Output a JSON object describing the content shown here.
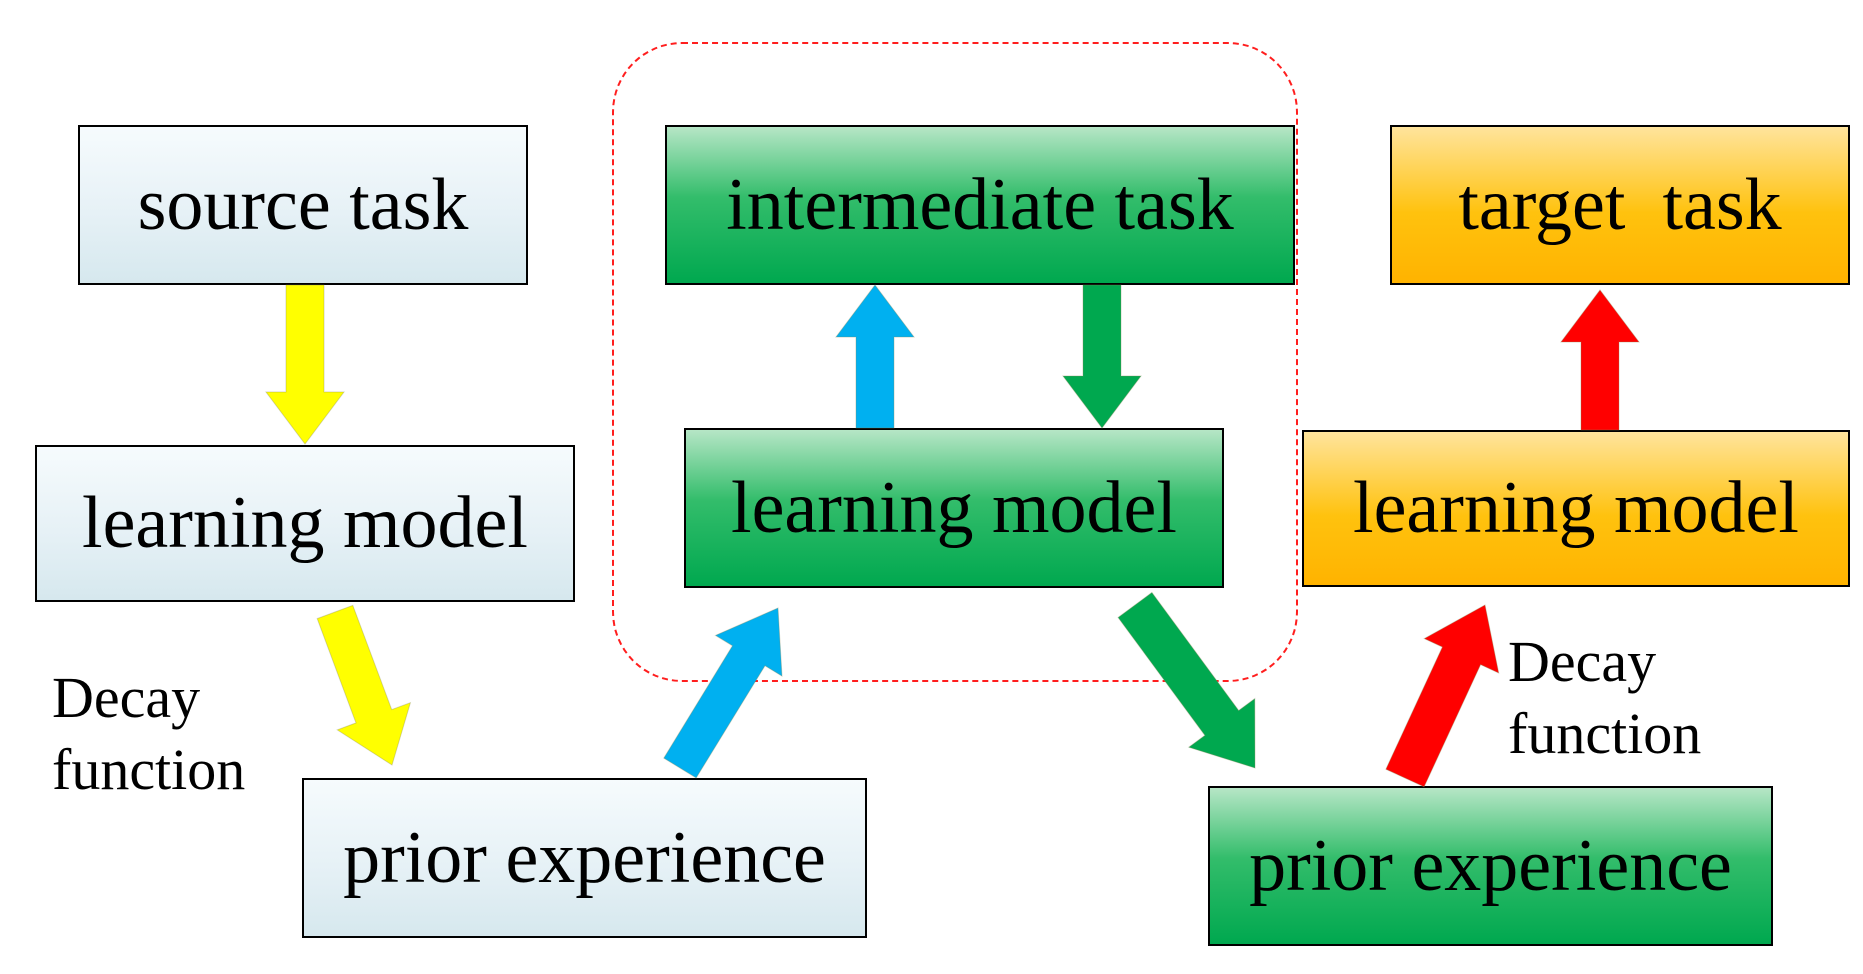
{
  "boxes": {
    "source_task": "source task",
    "learning_model_1": "learning model",
    "prior_experience_1": "prior experience",
    "intermediate_task": "intermediate task",
    "learning_model_2": "learning model",
    "target_task": "target  task",
    "learning_model_3": "learning model",
    "prior_experience_2": "prior experience"
  },
  "labels": {
    "decay_left_line1": "Decay",
    "decay_left_line2": "function",
    "decay_right_line1": "Decay",
    "decay_right_line2": "function"
  },
  "colors": {
    "yellow_arrow": "#ffff00",
    "blue_arrow": "#00b0f0",
    "green_arrow": "#00a84f",
    "red_arrow": "#ff0000",
    "dashed_border": "#ff1e1e"
  }
}
